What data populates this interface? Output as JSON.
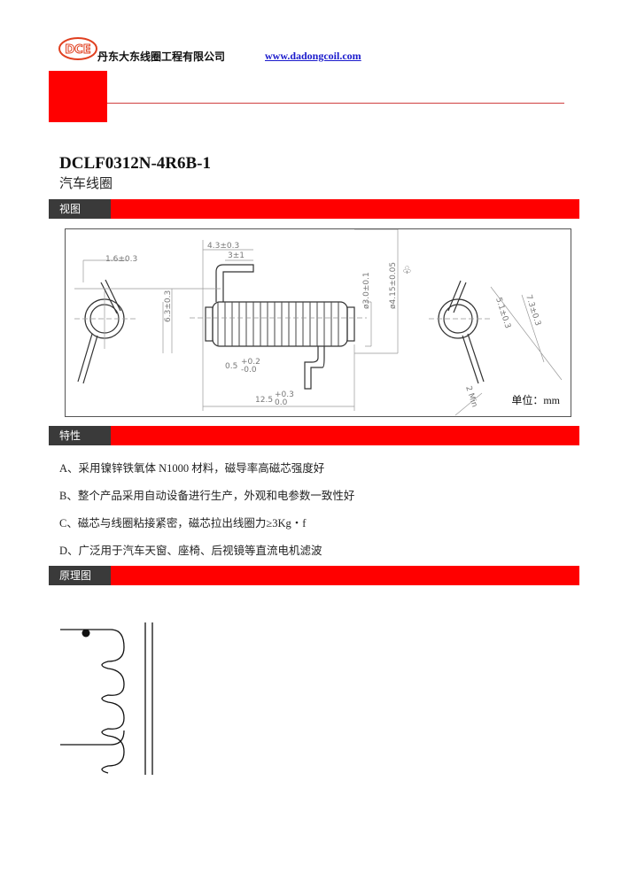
{
  "header": {
    "logo_text": "DCE",
    "company": "丹东大东线圈工程有限公司",
    "url": "www.dadongcoil.com"
  },
  "product": {
    "model": "DCLF0312N-4R6B-1",
    "name": "汽车线圈"
  },
  "sections": {
    "view": "视图",
    "features": "特性",
    "schematic": "原理图"
  },
  "drawing": {
    "dims": {
      "lead_offset": "1.6±0.3",
      "height": "6.3±0.3",
      "lead_len": "4.3±0.3",
      "lead_hatch": "3±1",
      "core_dia": "ø3.0±0.1",
      "coil_dia": "ø4.15±0.05",
      "core_protrude": "0.5",
      "core_protrude_tol_up": "+0.2",
      "core_protrude_tol_dn": "-0.0",
      "length": "12.5",
      "length_tol_up": "+0.3",
      "length_tol_dn": "0.0",
      "d1": "5.1±0.3",
      "d2": "7.3±0.3",
      "min": "2 Min"
    },
    "unit": "单位：mm"
  },
  "features": [
    "A、采用镍锌铁氧体 N1000 材料，磁导率高磁芯强度好",
    "B、整个产品采用自动设备进行生产，外观和电参数一致性好",
    "C、磁芯与线圈粘接紧密，磁芯拉出线圈力≥3Kg・f",
    "D、广泛用于汽车天窗、座椅、后视镜等直流电机滤波"
  ],
  "colors": {
    "accent": "#ff0000",
    "tag": "#3a3a3a"
  }
}
